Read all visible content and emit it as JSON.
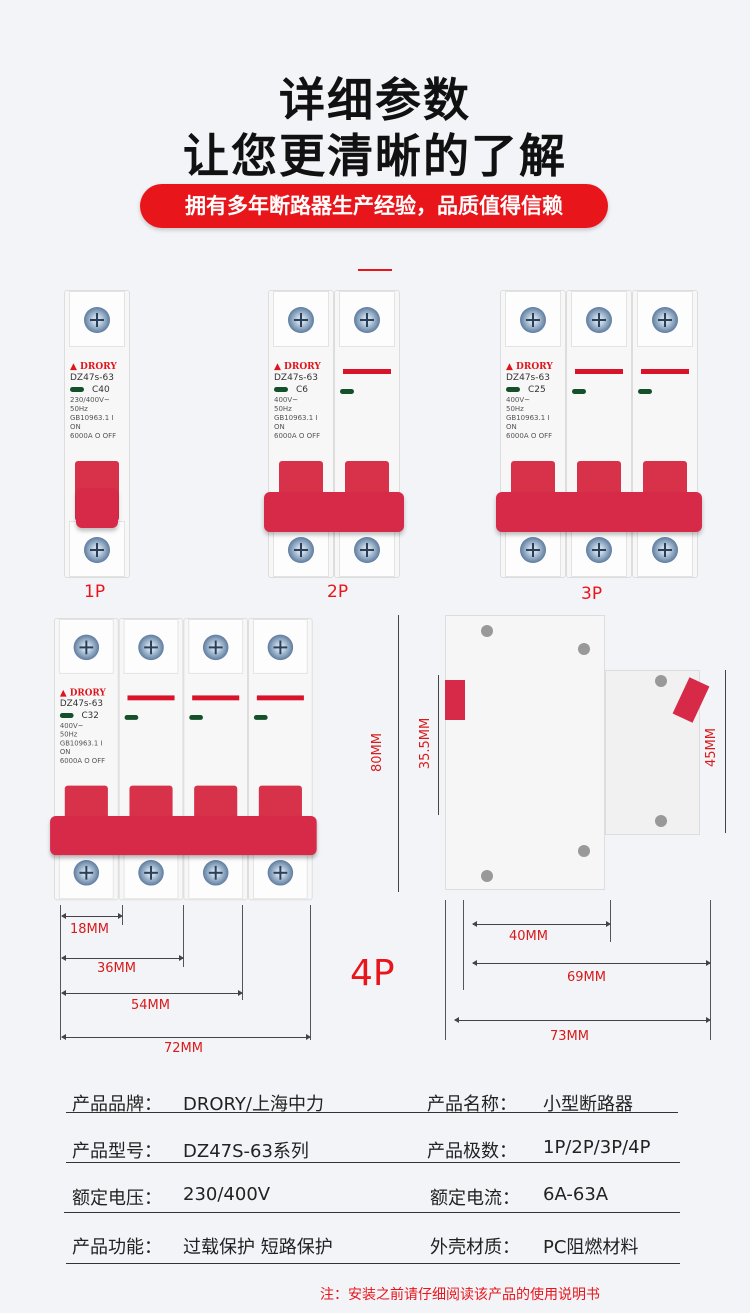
{
  "header": {
    "title_line1": "详细参数",
    "title_line2": "让您更清晰的了解",
    "banner": "拥有多年断路器生产经验，品质值得信赖"
  },
  "products": [
    {
      "label": "1P",
      "poles": 1,
      "rating": "C40",
      "voltage": "230/400V~",
      "freq": "50Hz",
      "standard": "GB10963.1",
      "breaking": "6000A"
    },
    {
      "label": "2P",
      "poles": 2,
      "rating": "C6",
      "voltage": "400V~",
      "freq": "50Hz",
      "standard": "GB10963.1",
      "breaking": "6000A"
    },
    {
      "label": "3P",
      "poles": 3,
      "rating": "C25",
      "voltage": "400V~",
      "freq": "50Hz",
      "standard": "GB10963.1",
      "breaking": "6000A"
    },
    {
      "label": "4P",
      "poles": 4,
      "rating": "C32",
      "voltage": "400V~",
      "freq": "50Hz",
      "standard": "GB10963.1",
      "breaking": "6000A"
    }
  ],
  "breaker_face": {
    "brand": "DRORY",
    "model": "DZ47s-63",
    "on": "I ON",
    "off": "O OFF"
  },
  "dimensions": {
    "front": [
      "18MM",
      "36MM",
      "54MM",
      "72MM"
    ],
    "side_height": "80MM",
    "side_inner": "35.5MM",
    "side_right": "45MM",
    "side_widths": [
      "40MM",
      "69MM",
      "73MM"
    ]
  },
  "specs": [
    {
      "label": "产品品牌：",
      "value": "DRORY/上海中力"
    },
    {
      "label": "产品名称：",
      "value": "小型断路器"
    },
    {
      "label": "产品型号：",
      "value": "DZ47S-63系列"
    },
    {
      "label": "产品极数：",
      "value": "1P/2P/3P/4P"
    },
    {
      "label": "额定电压：",
      "value": "230/400V"
    },
    {
      "label": "额定电流：",
      "value": "6A-63A"
    },
    {
      "label": "产品功能：",
      "value": "过载保护 短路保护"
    },
    {
      "label": "外壳材质：",
      "value": "PC阻燃材料"
    }
  ],
  "note": "注：安装之前请仔细阅读该产品的使用说明书",
  "colors": {
    "accent": "#e8161b",
    "handle": "#d62a48"
  }
}
